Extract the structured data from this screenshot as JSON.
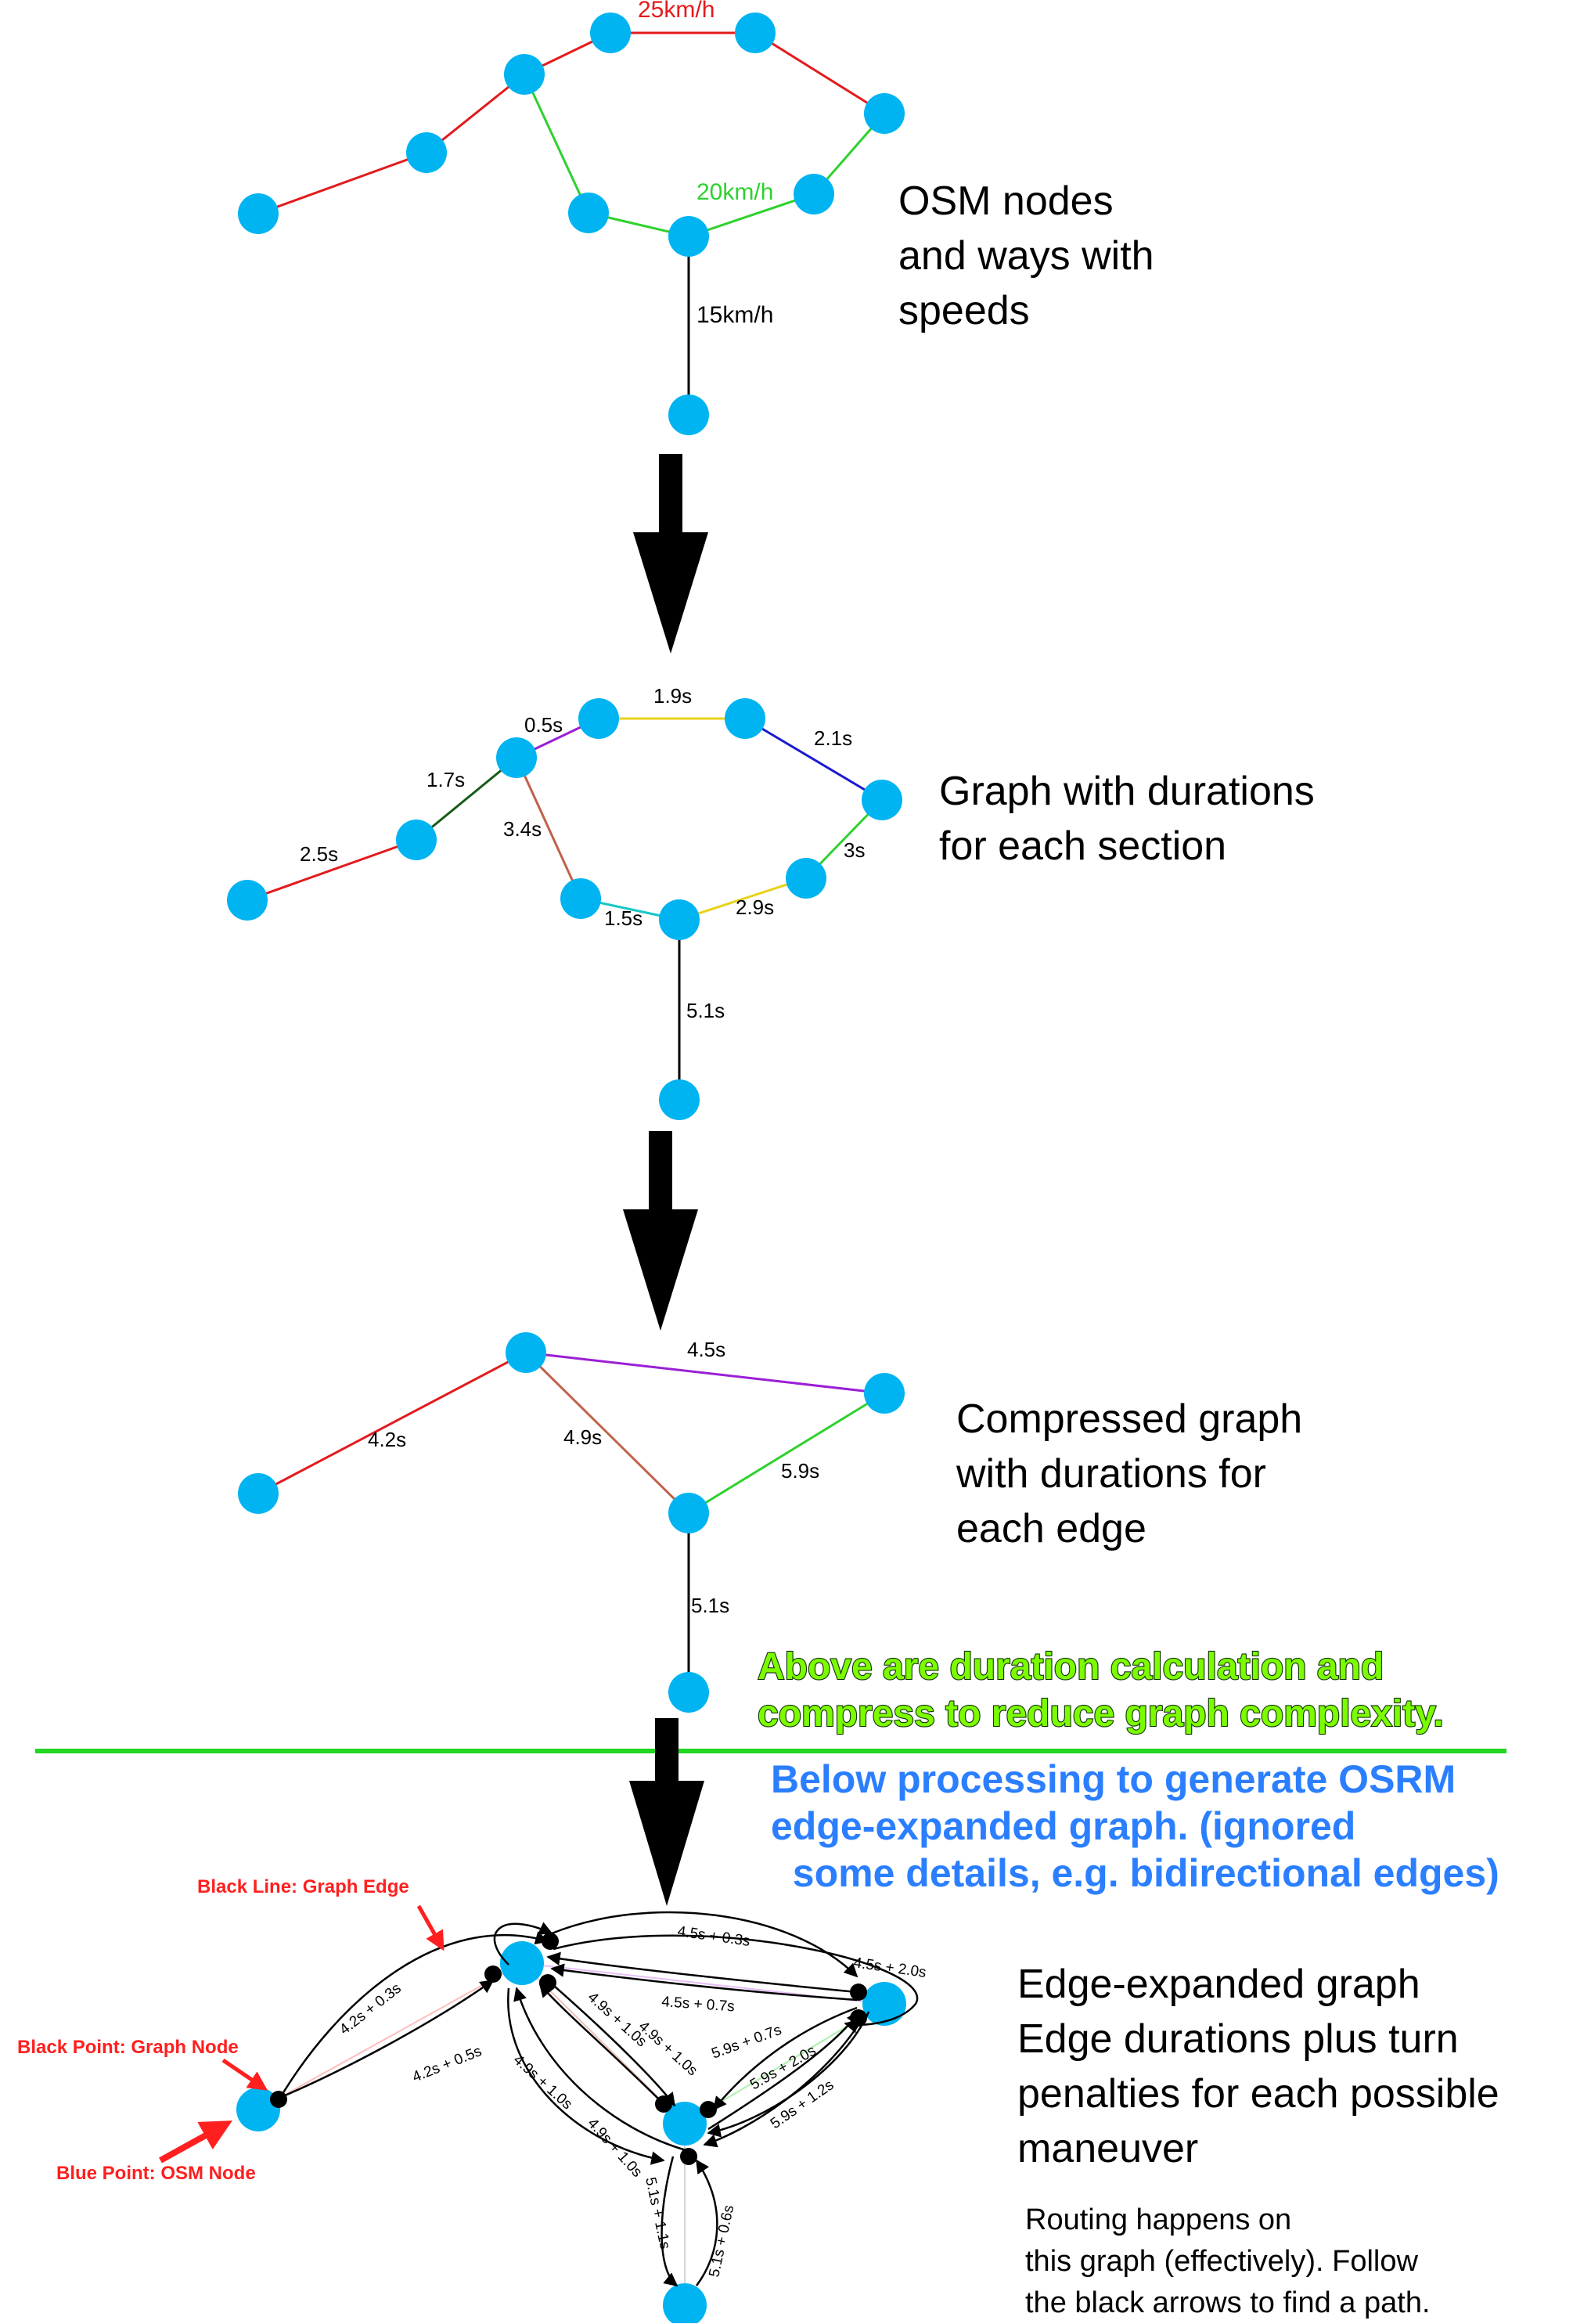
{
  "diagram": {
    "panel1": {
      "description": [
        "OSM nodes",
        "and ways with",
        "speeds"
      ],
      "speed_labels": {
        "red": "25km/h",
        "green": "20km/h",
        "black": "15km/h"
      }
    },
    "panel2": {
      "description": [
        "Graph with durations",
        "for each section"
      ],
      "edge_labels": [
        "2.5s",
        "1.7s",
        "0.5s",
        "1.9s",
        "2.1s",
        "3s",
        "2.9s",
        "1.5s",
        "3.4s",
        "5.1s"
      ]
    },
    "panel3": {
      "description": [
        "Compressed graph",
        "with durations for",
        "each edge"
      ],
      "edge_labels": [
        "4.2s",
        "4.9s",
        "4.5s",
        "5.9s",
        "5.1s"
      ]
    },
    "divider": {
      "above_note": [
        "Above are duration calculation and",
        "compress to reduce graph complexity."
      ],
      "below_note": [
        "Below processing to generate OSRM",
        "edge-expanded graph. (ignored",
        "  some details, e.g. bidirectional edges)"
      ]
    },
    "panel4": {
      "description": [
        "Edge-expanded graph",
        "Edge durations plus turn",
        "penalties for each possible",
        "maneuver"
      ],
      "routing_note": [
        "Routing happens on",
        "this graph (effectively).  Follow",
        "the black arrows to find a path."
      ],
      "legend": {
        "black_line": "Black Line: Graph Edge",
        "black_point": "Black Point: Graph Node",
        "blue_point": "Blue Point: OSM Node"
      },
      "edge_labels": [
        "4.2s + 0.3s",
        "4.2s + 0.5s",
        "4.5s + 0.3s",
        "4.5s + 2.0s",
        "4.5s + 0.7s",
        "4.9s + 1.0s",
        "4.9s + 1.0s",
        "4.9s + 1.0s",
        "4.9s + 1.0s",
        "5.9s + 0.7s",
        "5.9s + 2.0s",
        "5.9s + 1.2s",
        "5.1s + 1.1s",
        "5.1s + 0.6s"
      ]
    },
    "colors": {
      "node": "#00b4f2",
      "graph_node": "#000000",
      "red": "#e31a1c",
      "green": "#2ed12e",
      "divider": "#22d622"
    }
  }
}
